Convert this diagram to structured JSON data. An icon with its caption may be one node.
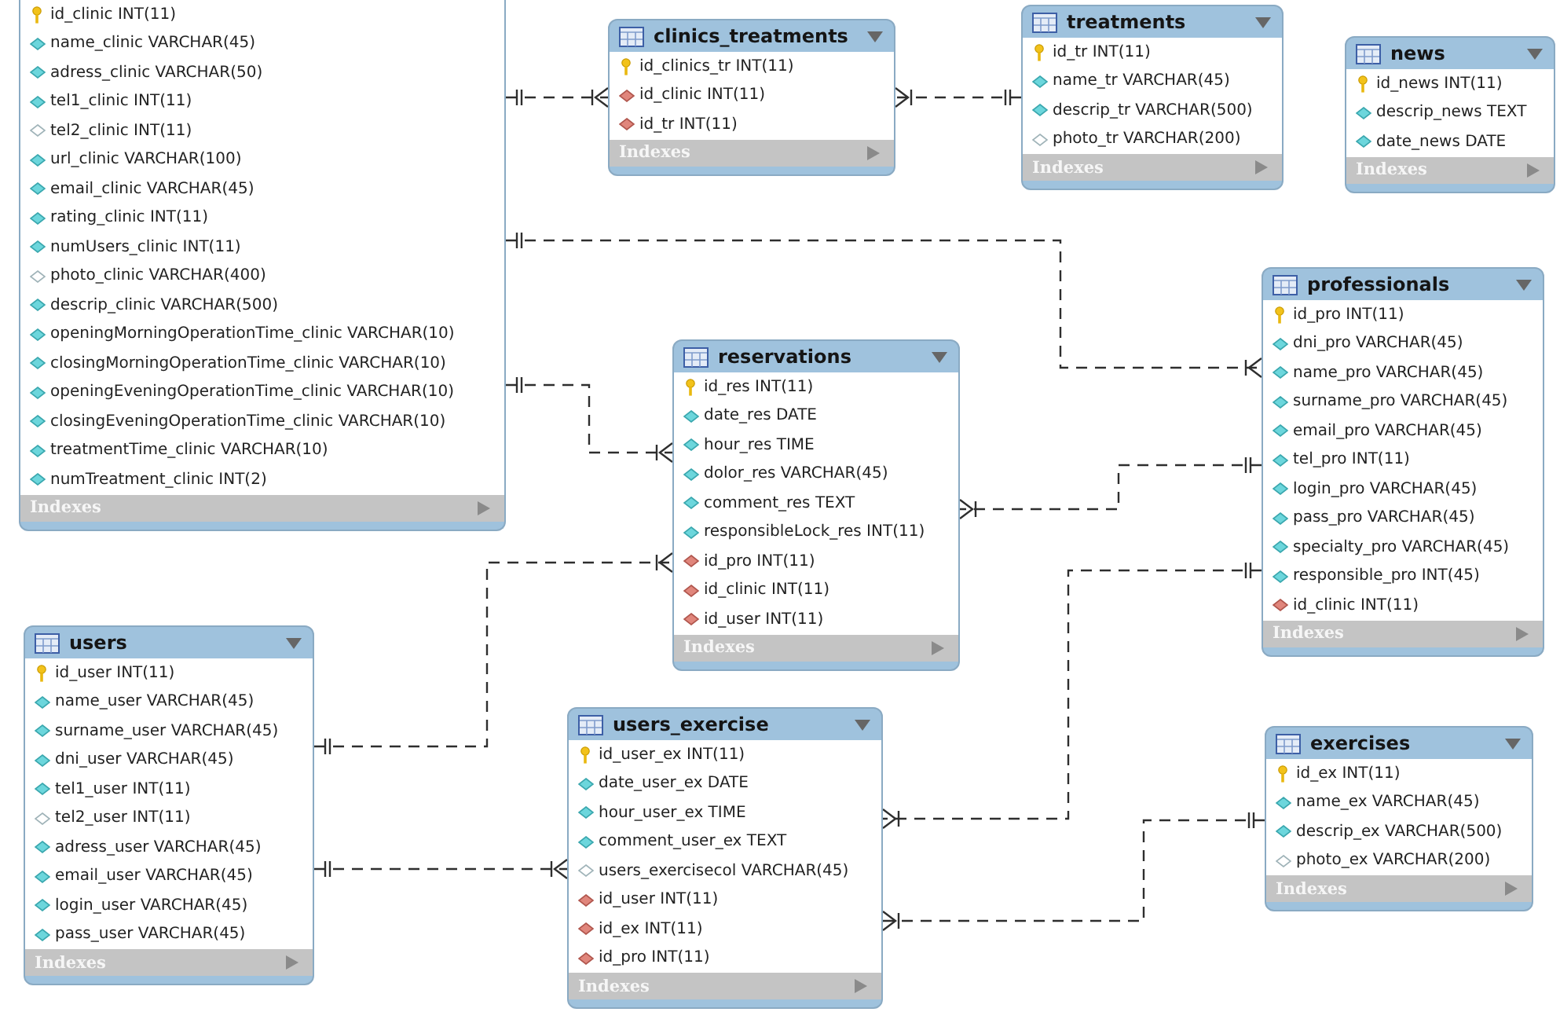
{
  "diagram": {
    "nodes": [
      {
        "text": [
          "id_clinic INT(11)",
          "name_clinic VARCHAR(45)",
          "adress_clinic VARCHAR(50)",
          "tel1_clinic INT(11)",
          "tel2_clinic INT(11)",
          "url_clinic VARCHAR(100)",
          "email_clinic VARCHAR(45)",
          "rating_clinic INT(11)",
          "numUsers_clinic INT(11)",
          "photo_clinic VARCHAR(400)",
          "descrip_clinic VARCHAR(500)",
          "openingMorningOperationTime_clinic VARCHAR(10)",
          "closingMorningOperationTime_clinic VARCHAR(10)",
          "openingEveningOperationTime_clinic VARCHAR(10)",
          "closingEveningOperationTime_clinic VARCHAR(10)",
          "treatmentTime_clinic VARCHAR(10)",
          "numTreatment_clinic INT(2)",
          "Indexes"
        ]
      },
      {
        "text": [
          "clinics_treatments",
          "id_clinics_tr INT(11)",
          "id_clinic INT(11)",
          "id_tr INT(11)",
          "Indexes"
        ]
      },
      {
        "text": [
          "treatments",
          "id_tr INT(11)",
          "name_tr VARCHAR(45)",
          "descrip_tr VARCHAR(500)",
          "photo_tr VARCHAR(200)",
          "Indexes"
        ]
      },
      {
        "text": [
          "news",
          "id_news INT(11)",
          "descrip_news TEXT",
          "date_news DATE",
          "Indexes"
        ]
      },
      {
        "text": [
          "professionals",
          "id_pro INT(11)",
          "dni_pro VARCHAR(45)",
          "name_pro VARCHAR(45)",
          "surname_pro VARCHAR(45)",
          "email_pro VARCHAR(45)",
          "tel_pro INT(11)",
          "login_pro VARCHAR(45)",
          "pass_pro VARCHAR(45)",
          "specialty_pro VARCHAR(45)",
          "responsible_pro INT(45)",
          "id_clinic INT(11)",
          "Indexes"
        ]
      },
      {
        "text": [
          "reservations",
          "id_res INT(11)",
          "date_res DATE",
          "hour_res TIME",
          "dolor_res VARCHAR(45)",
          "comment_res TEXT",
          "responsibleLock_res INT(11)",
          "id_pro INT(11)",
          "id_clinic INT(11)",
          "id_user INT(11)",
          "Indexes"
        ]
      },
      {
        "text": [
          "users",
          "id_user INT(11)",
          "name_user VARCHAR(45)",
          "surname_user VARCHAR(45)",
          "dni_user VARCHAR(45)",
          "tel1_user INT(11)",
          "tel2_user INT(11)",
          "adress_user VARCHAR(45)",
          "email_user VARCHAR(45)",
          "login_user VARCHAR(45)",
          "pass_user VARCHAR(45)",
          "Indexes"
        ]
      },
      {
        "text": [
          "users_exercise",
          "id_user_ex INT(11)",
          "date_user_ex DATE",
          "hour_user_ex TIME",
          "comment_user_ex TEXT",
          "users_exercisecol VARCHAR(45)",
          "id_user INT(11)",
          "id_ex INT(11)",
          "id_pro INT(11)",
          "Indexes"
        ]
      },
      {
        "text": [
          "exercises",
          "id_ex INT(11)",
          "name_ex VARCHAR(45)",
          "descrip_ex VARCHAR(500)",
          "photo_ex VARCHAR(200)",
          "Indexes"
        ]
      }
    ],
    "edges": [
      {
        "from": 0,
        "to": 1,
        "arrow": "other",
        "style": "dashed"
      },
      {
        "from": 2,
        "to": 1,
        "arrow": "other",
        "style": "dashed"
      },
      {
        "from": 0,
        "to": 4,
        "arrow": "other",
        "style": "dashed"
      },
      {
        "from": 0,
        "to": 5,
        "arrow": "other",
        "style": "dashed"
      },
      {
        "from": 4,
        "to": 5,
        "arrow": "other",
        "style": "dashed"
      },
      {
        "from": 6,
        "to": 5,
        "arrow": "other",
        "style": "dashed"
      },
      {
        "from": 6,
        "to": 7,
        "arrow": "other",
        "style": "dashed"
      },
      {
        "from": 4,
        "to": 7,
        "arrow": "other",
        "style": "dashed"
      },
      {
        "from": 8,
        "to": 7,
        "arrow": "other",
        "style": "dashed"
      }
    ]
  }
}
